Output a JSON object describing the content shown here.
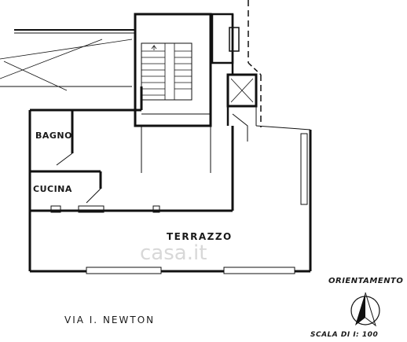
{
  "rooms": {
    "bathroom": "BAGNO",
    "kitchen": "CUCINA",
    "terrace": "TERRAZZO"
  },
  "street": "VIA I. NEWTON",
  "compass": {
    "title": "ORIENTAMENTO",
    "scale": "SCALA DI I: 100"
  },
  "watermark": "casa.it"
}
